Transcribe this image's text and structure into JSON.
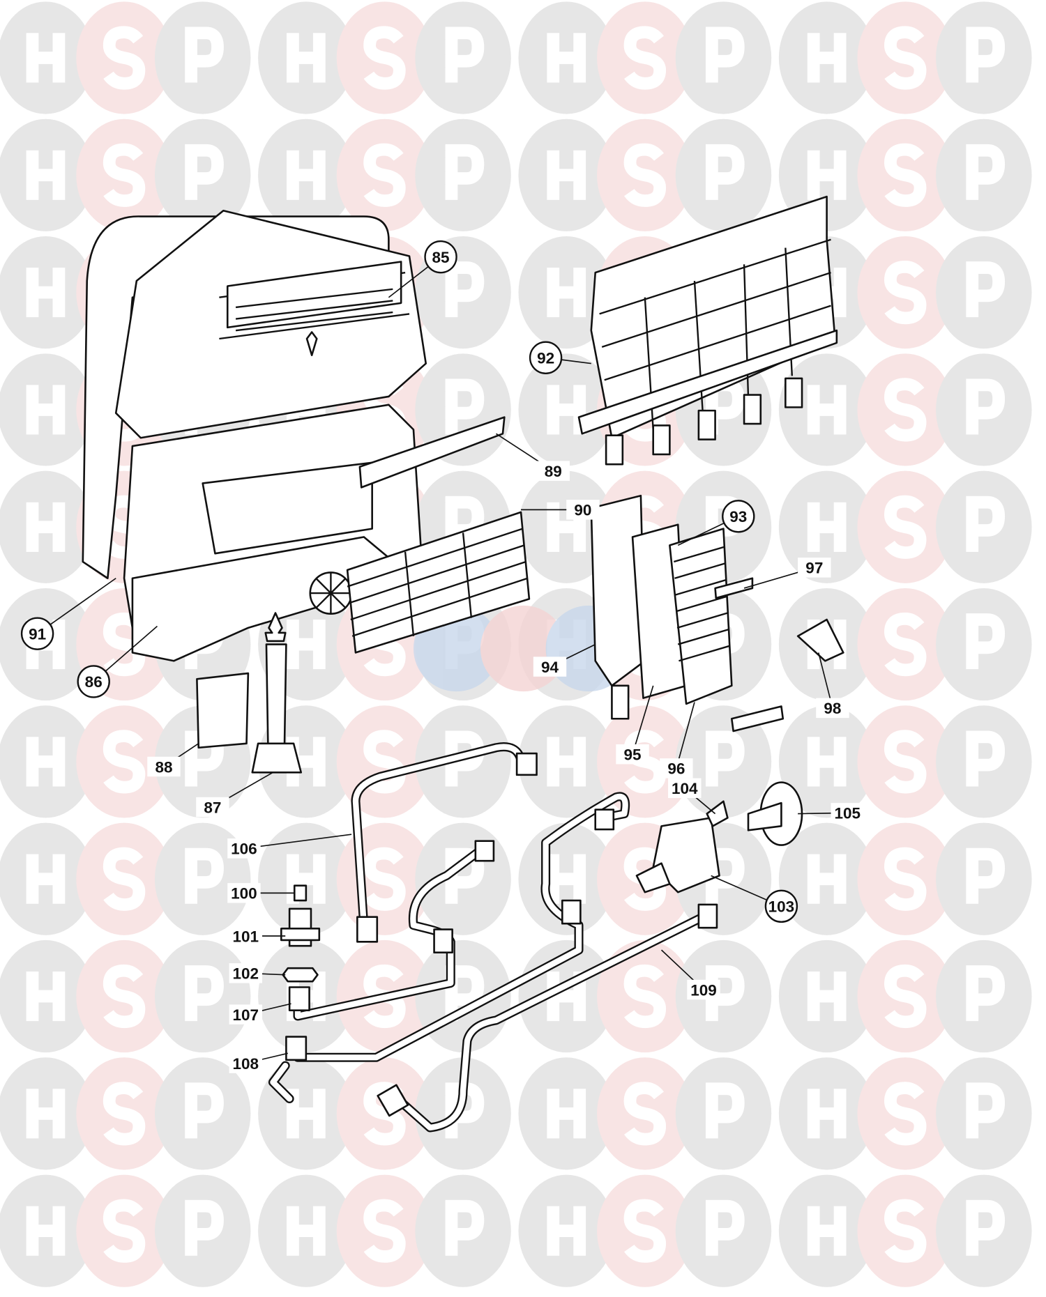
{
  "diagram": {
    "watermark": {
      "text": "HSP",
      "letters": [
        "H",
        "S",
        "P"
      ],
      "colors": {
        "h_p": "#e6e6e6",
        "s": "#f8e4e4",
        "center_blue": "#c9d8ec"
      }
    },
    "callouts": [
      {
        "id": "85",
        "circled": true
      },
      {
        "id": "86",
        "circled": true
      },
      {
        "id": "87",
        "circled": false
      },
      {
        "id": "88",
        "circled": false
      },
      {
        "id": "89",
        "circled": false
      },
      {
        "id": "90",
        "circled": false
      },
      {
        "id": "91",
        "circled": true
      },
      {
        "id": "92",
        "circled": true
      },
      {
        "id": "93",
        "circled": true
      },
      {
        "id": "94",
        "circled": false
      },
      {
        "id": "95",
        "circled": false
      },
      {
        "id": "96",
        "circled": false
      },
      {
        "id": "97",
        "circled": false
      },
      {
        "id": "98",
        "circled": false
      },
      {
        "id": "100",
        "circled": false
      },
      {
        "id": "101",
        "circled": false
      },
      {
        "id": "102",
        "circled": false
      },
      {
        "id": "103",
        "circled": true
      },
      {
        "id": "104",
        "circled": false
      },
      {
        "id": "105",
        "circled": false
      },
      {
        "id": "106",
        "circled": false
      },
      {
        "id": "107",
        "circled": false
      },
      {
        "id": "108",
        "circled": false
      },
      {
        "id": "109",
        "circled": false
      }
    ]
  }
}
